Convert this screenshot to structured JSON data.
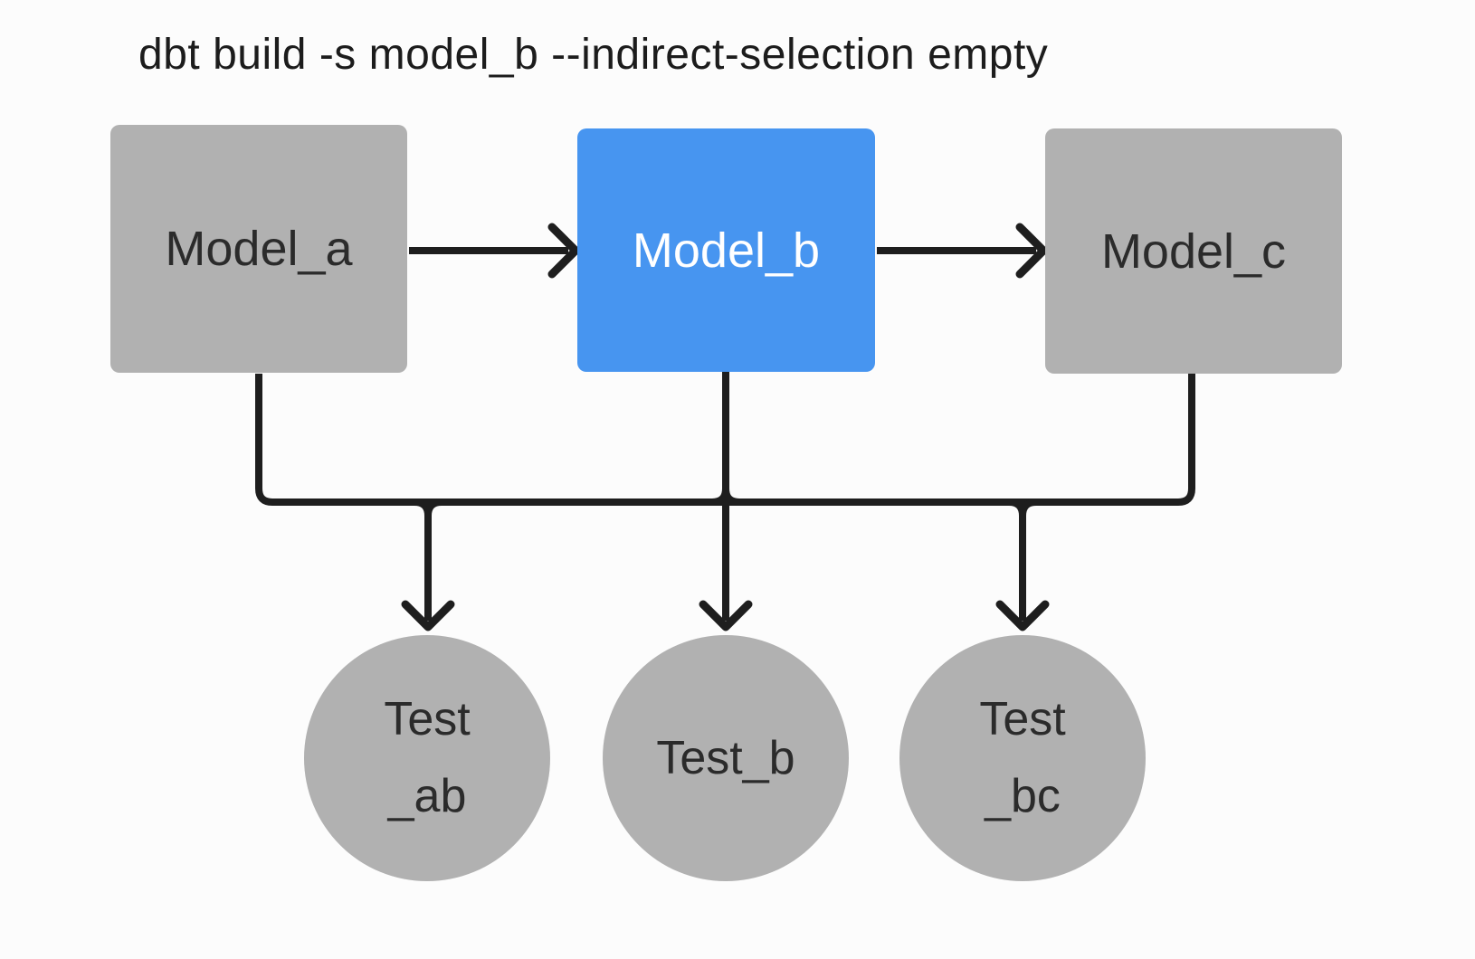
{
  "title": "dbt build -s model_b --indirect-selection empty",
  "colors": {
    "background": "#fcfcfc",
    "line": "#1e1e1e",
    "title-text": "#1c1c1c",
    "node-fill": "#b1b1b1",
    "node-text": "#2b2b2b",
    "selected-fill": "#4795f0",
    "selected-text": "#ffffff"
  },
  "models": [
    {
      "label": "Model_a",
      "state": "unselected"
    },
    {
      "label": "Model_b",
      "state": "selected"
    },
    {
      "label": "Model_c",
      "state": "unselected"
    }
  ],
  "tests": [
    {
      "line1": "Test",
      "line2": "_ab"
    },
    {
      "line1": "Test_b",
      "line2": ""
    },
    {
      "line1": "Test",
      "line2": "_bc"
    }
  ],
  "edges": [
    {
      "from": "Model_a",
      "to": "Model_b"
    },
    {
      "from": "Model_b",
      "to": "Model_c"
    },
    {
      "from": "Model_a",
      "to": "Test_ab"
    },
    {
      "from": "Model_b",
      "to": "Test_b"
    },
    {
      "from": "Model_c",
      "to": "Test_bc"
    }
  ]
}
